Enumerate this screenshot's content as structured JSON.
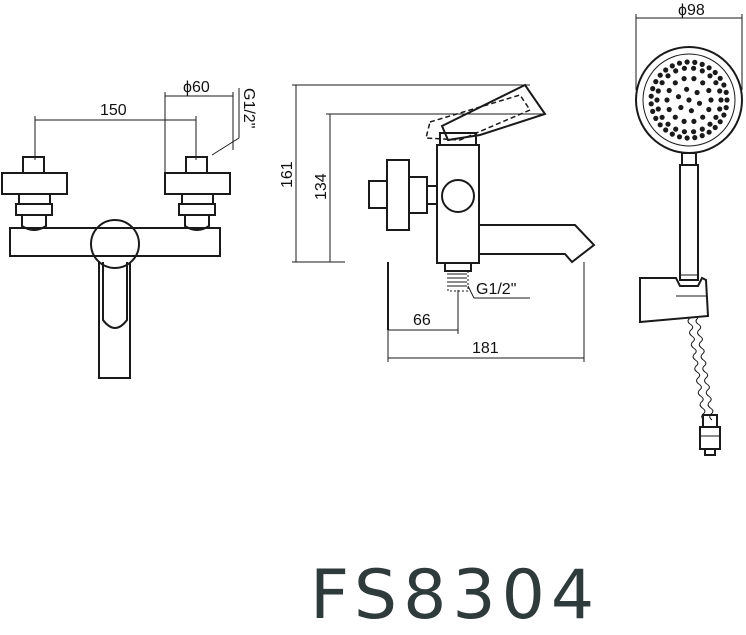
{
  "model": "FS8304",
  "dimensions": {
    "width_150": "150",
    "dia_60": "ϕ60",
    "thread_front": "G1/2\"",
    "height_161": "161",
    "height_134": "134",
    "thread_side": "G1/2\"",
    "depth_66": "66",
    "depth_181": "181",
    "dia_98": "ϕ98"
  },
  "colors": {
    "line": "#1a1a1a",
    "model_text": "#2f3a3a"
  }
}
